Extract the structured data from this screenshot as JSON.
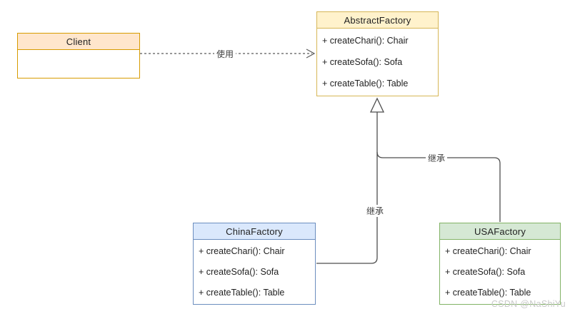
{
  "diagram_type": "uml-class-diagram",
  "classes": [
    {
      "name": "Client",
      "methods": []
    },
    {
      "name": "AbstractFactory",
      "methods": [
        "+ createChari(): Chair",
        "+ createSofa(): Sofa",
        "+ createTable(): Table"
      ]
    },
    {
      "name": "ChinaFactory",
      "methods": [
        "+ createChari(): Chair",
        "+ createSofa(): Sofa",
        "+ createTable(): Table"
      ]
    },
    {
      "name": "USAFactory",
      "methods": [
        "+ createChari(): Chair",
        "+ createSofa(): Sofa",
        "+ createTable(): Table"
      ]
    }
  ],
  "edges": {
    "dependency": {
      "from": "Client",
      "to": "AbstractFactory",
      "label": "使用",
      "style": "dashed-open-arrow"
    },
    "inheritance_china": {
      "from": "ChinaFactory",
      "to": "AbstractFactory",
      "label": "继承",
      "style": "hollow-triangle"
    },
    "inheritance_usa": {
      "from": "USAFactory",
      "to": "AbstractFactory",
      "label": "继承",
      "style": "hollow-triangle"
    }
  },
  "watermark": "CSDN @NaShiYu",
  "colors": {
    "client_fill": "#FFE6CC",
    "client_stroke": "#D79B00",
    "abstract_fill": "#FFF2CC",
    "abstract_stroke": "#D6B656",
    "china_fill": "#DAE8FC",
    "china_stroke": "#6C8EBF",
    "usa_fill": "#D5E8D4",
    "usa_stroke": "#82B366",
    "connector": "#4D4D4D",
    "watermark_color": "#C9C9C9"
  }
}
